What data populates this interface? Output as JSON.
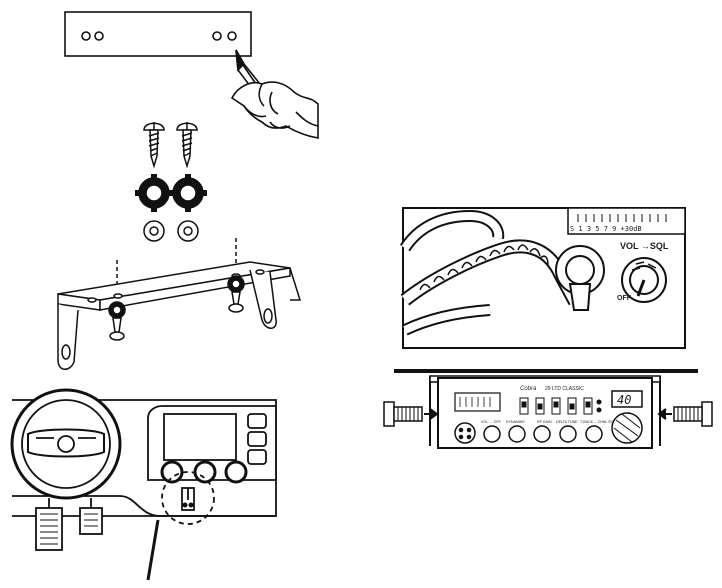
{
  "figure": {
    "meter_scale_text": "S 1   3  5  7  9  +30dB",
    "vol_sql_label": "VOL →SQL",
    "off_label": "OFF",
    "radio_brand": "Cobra",
    "radio_model": "29 LTD CLASSIC",
    "channel_display": "40",
    "radio_small_labels": [
      "VOL ← OFF",
      "DYNAMIKE",
      "RF GAIN",
      "DELTA TUNE",
      "T-BACK→ CHNL SQL"
    ],
    "colors": {
      "line": "#111111",
      "fill": "#ffffff",
      "gray": "#cccccc"
    }
  }
}
